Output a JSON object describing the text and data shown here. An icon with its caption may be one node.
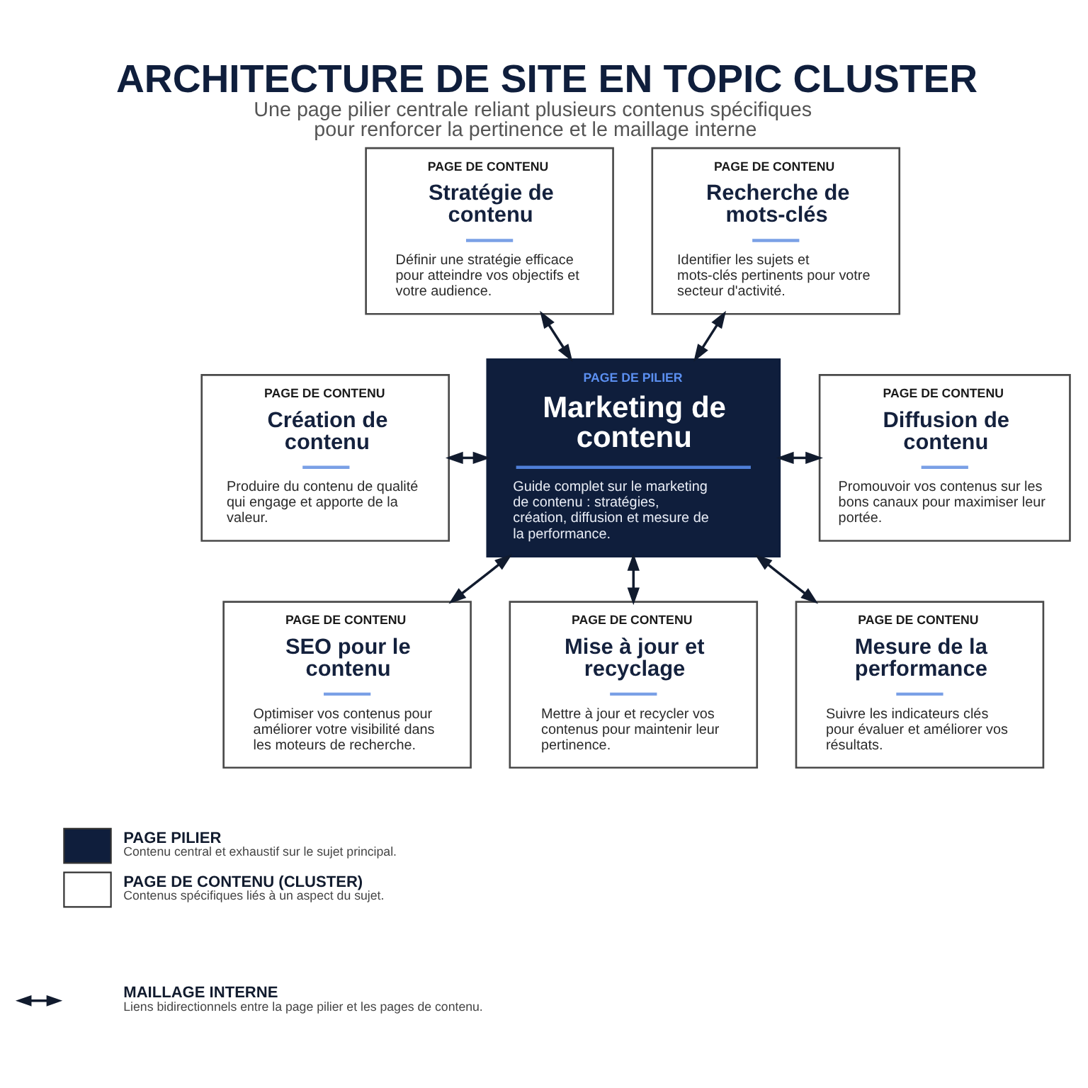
{
  "diagram": {
    "title": "ARCHITECTURE DE SITE EN TOPIC CLUSTER",
    "caption": "Une page pilier centrale reliant plusieurs contenus spécifiques pour renforcer la pertinence et le maillage interne",
    "nodes": [
      {
        "text": [
          "PAGE DE CONTENU",
          "Stratégie de contenu",
          "Définir une stratégie efficace pour atteindre vos objectifs et votre audience."
        ]
      },
      {
        "text": [
          "PAGE DE CONTENU",
          "Recherche de mots-clés",
          "Identifier les sujets et mots-clés pertinents pour votre secteur d'activité."
        ]
      },
      {
        "text": [
          "PAGE DE CONTENU",
          "Création de contenu",
          "Produire du contenu de qualité qui engage et apporte de la valeur."
        ]
      },
      {
        "text": [
          "PAGE DE PILIER",
          "Marketing de contenu",
          "Guide complet sur le marketing de contenu : stratégies, création, diffusion et mesure de la performance."
        ]
      },
      {
        "text": [
          "PAGE DE CONTENU",
          "Diffusion de contenu",
          "Promouvoir vos contenus sur les bons canaux pour maximiser leur portée."
        ]
      },
      {
        "text": [
          "PAGE DE CONTENU",
          "SEO pour le contenu",
          "Optimiser vos contenus pour améliorer votre visibilité dans les moteurs de recherche."
        ]
      },
      {
        "text": [
          "PAGE DE CONTENU",
          "Mesure de la performance",
          "Suivre les indicateurs clés pour évaluer et améliorer vos résultats."
        ]
      },
      {
        "text": [
          "PAGE DE CONTENU",
          "Mise à jour et recyclage",
          "Mettre à jour et recycler vos contenus pour maintenir leur pertinence."
        ]
      }
    ],
    "edges": [
      {
        "from": 0,
        "to": 3,
        "arrow": "both"
      },
      {
        "from": 1,
        "to": 3,
        "arrow": "both"
      },
      {
        "from": 2,
        "to": 3,
        "arrow": "both"
      },
      {
        "from": 3,
        "to": 4,
        "arrow": "both"
      },
      {
        "from": 3,
        "to": 5,
        "arrow": "both"
      },
      {
        "from": 3,
        "to": 7,
        "arrow": "both"
      },
      {
        "from": 3,
        "to": 6,
        "arrow": "both"
      }
    ],
    "labels": [
      "Contenu central et exhaustif sur le sujet principal.",
      "Contenus spécifiques liés à un aspect du sujet.",
      "Liens bidirectionnels entre la page pilier et les pages de contenu."
    ],
    "legend": [
      {
        "text": "PAGE PILIER",
        "color": "#0f1e3c"
      },
      {
        "text": "PAGE DE CONTENU (CLUSTER)",
        "color": "#ffffff"
      },
      {
        "text": "MAILLAGE INTERNE"
      }
    ]
  }
}
